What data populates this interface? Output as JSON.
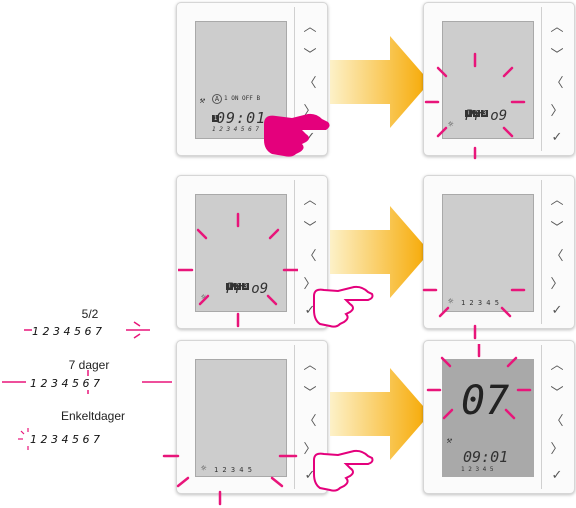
{
  "device": {
    "buttons": {
      "up": "︿",
      "down": "﹀",
      "left": "〈",
      "right": "〉",
      "ok": "✓"
    }
  },
  "panel1": {
    "mode_a": "A",
    "mode_text": "1  ON OFF B",
    "time": "09:01",
    "days": "1 2 3 4 5 6 7"
  },
  "panel2": {
    "prog_code": "Pr o9",
    "badges": [
      "1",
      "2",
      "3"
    ]
  },
  "panel3": {
    "prog_code": "Pr o9",
    "badges": [
      "1",
      "2",
      "3"
    ]
  },
  "panel4": {
    "days": "1 2 3 4 5"
  },
  "panel5": {
    "days": "1 2 3 4 5"
  },
  "panel6": {
    "big_digits": "07",
    "time": "09:01",
    "days": "1 2 3 4 5"
  },
  "legend": {
    "option1_title": "5/2",
    "option1_days": "1 2 3 4 5   6 7",
    "option2_title": "7 dager",
    "option2_days": "1 2 3 4 5 6 7",
    "option3_title": "Enkeltdager",
    "option3_days": "1  2  3  4  5  6  7"
  },
  "colors": {
    "highlight": "#e8157a",
    "arrow": "#f7a800",
    "hand": "#e4007c"
  }
}
